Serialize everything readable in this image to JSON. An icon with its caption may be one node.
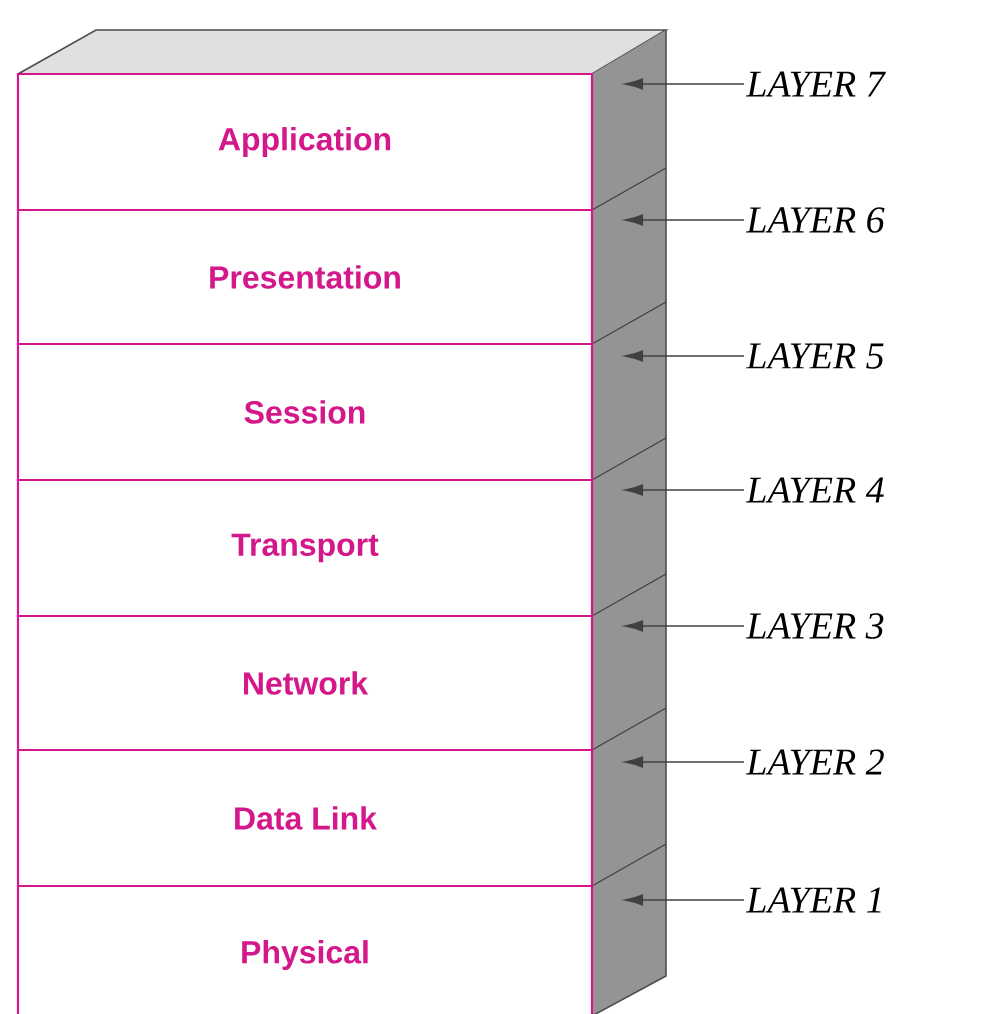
{
  "diagram": {
    "nodes": [
      {
        "text": [
          "Application"
        ]
      },
      {
        "text": [
          "Presentation"
        ]
      },
      {
        "text": [
          "Session"
        ]
      },
      {
        "text": [
          "Transport"
        ]
      },
      {
        "text": [
          "Network"
        ]
      },
      {
        "text": [
          "Data Link"
        ]
      },
      {
        "text": [
          "Physical"
        ]
      },
      {
        "text": [
          "LAYER 7"
        ]
      },
      {
        "text": [
          "LAYER 6"
        ]
      },
      {
        "text": [
          "LAYER 5"
        ]
      },
      {
        "text": [
          "LAYER 4"
        ]
      },
      {
        "text": [
          "LAYER 3"
        ]
      },
      {
        "text": [
          "LAYER 2"
        ]
      },
      {
        "text": [
          "LAYER 1"
        ]
      }
    ],
    "edges": [
      {
        "from": 7,
        "to": 0,
        "arrow": "to"
      },
      {
        "from": 8,
        "to": 1,
        "arrow": "to"
      },
      {
        "from": 9,
        "to": 2,
        "arrow": "to"
      },
      {
        "from": 10,
        "to": 3,
        "arrow": "to"
      },
      {
        "from": 11,
        "to": 4,
        "arrow": "to"
      },
      {
        "from": 12,
        "to": 5,
        "arrow": "to"
      },
      {
        "from": 13,
        "to": 6,
        "arrow": "to"
      }
    ]
  }
}
